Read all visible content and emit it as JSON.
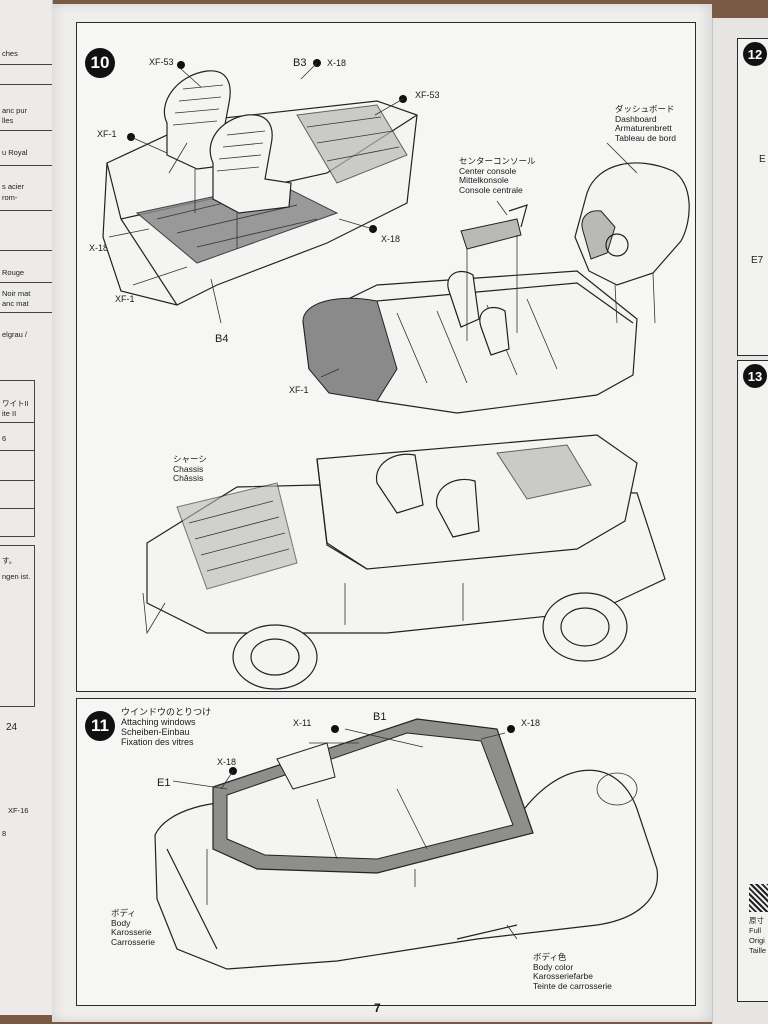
{
  "left_page_fragments": [
    "ches",
    "anc pur",
    "lles",
    "u Royal",
    "s acier",
    "rom-",
    "Rouge",
    "Noir mat",
    "anc mat",
    "elgrau /",
    "ワイトII",
    "ite II",
    "6",
    "す。",
    "ngen ist.",
    "24",
    "XF-16",
    "8"
  ],
  "step10": {
    "number": "10",
    "parts": {
      "xf53_top": "XF-53",
      "b3": "B3",
      "x18_top": "X-18",
      "xf53_right": "XF-53",
      "xf1_left": "XF-1",
      "x18_left": "X-18",
      "xf1_bottom": "XF-1",
      "x18_right": "X-18",
      "b4": "B4",
      "xf1_tub": "XF-1"
    },
    "center_console": [
      "センターコンソール",
      "Center console",
      "Mittelkonsole",
      "Console centrale"
    ],
    "dashboard": [
      "ダッシュボード",
      "Dashboard",
      "Armaturenbrett",
      "Tableau de bord"
    ],
    "chassis": [
      "シャーシ",
      "Chassis",
      "Châssis"
    ]
  },
  "step11": {
    "number": "11",
    "title": [
      "ウインドウのとりつけ",
      "Attaching windows",
      "Scheiben-Einbau",
      "Fixation des vitres"
    ],
    "parts": {
      "x11": "X-11",
      "b1": "B1",
      "x18_right": "X-18",
      "x18_left": "X-18",
      "e1": "E1"
    },
    "body": [
      "ボディ",
      "Body",
      "Karosserie",
      "Carrosserie"
    ],
    "body_color": [
      "ボディ色",
      "Body color",
      "Karosseriefarbe",
      "Teinte de carrosserie"
    ]
  },
  "right_page_fragments": [
    "12",
    "E",
    "E7",
    "13",
    "原寸",
    "Full",
    "Origi",
    "Taille"
  ],
  "page_number": "7",
  "colors": {
    "ink": "#1a1a1a",
    "paper": "#efeeec",
    "panel": "#f6f6f5",
    "table": "#7a5a44"
  }
}
